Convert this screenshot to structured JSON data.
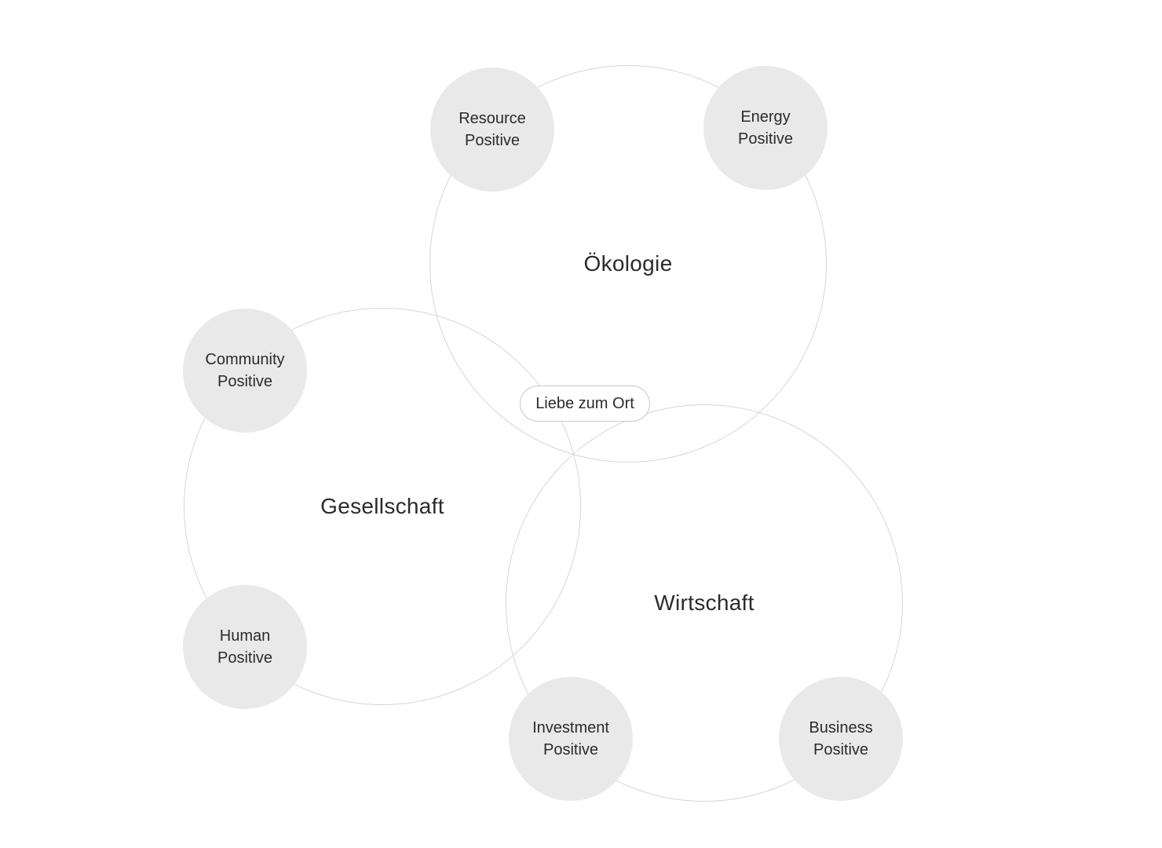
{
  "diagram": {
    "badge": {
      "label": "Liebe zum Ort"
    },
    "rings": {
      "oekologie": {
        "label": "Ökologie"
      },
      "gesellschaft": {
        "label": "Gesellschaft"
      },
      "wirtschaft": {
        "label": "Wirtschaft"
      }
    },
    "satellites": {
      "resource": {
        "label": "Resource Positive"
      },
      "energy": {
        "label": "Energy Positive"
      },
      "community": {
        "label": "Community Positive"
      },
      "human": {
        "label": "Human Positive"
      },
      "investment": {
        "label": "Investment Positive"
      },
      "business": {
        "label": "Business Positive"
      }
    },
    "colors": {
      "background": "#ffffff",
      "ring_stroke": "#d6d6d6",
      "satellite_fill": "#e9e9e9",
      "text": "#2b2b2b",
      "badge_border": "#c9c9c9",
      "badge_fill": "#ffffff"
    }
  }
}
